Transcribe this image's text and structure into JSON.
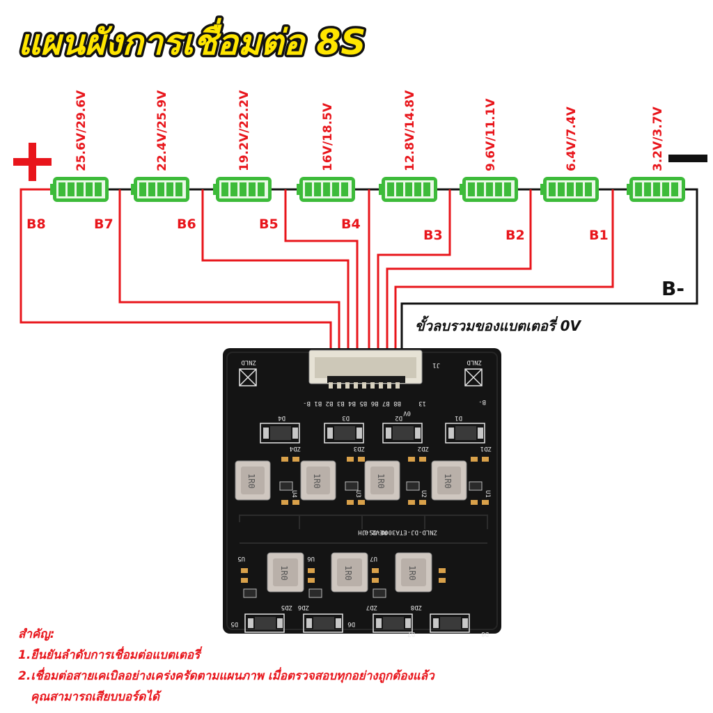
{
  "title": "แผนผังการเชื่อมต่อ 8S",
  "colors": {
    "title_fill": "#ffe600",
    "wire_red": "#e8151b",
    "wire_black": "#111111",
    "battery_green": "#3dbb3a",
    "board": "#141414"
  },
  "terminals": {
    "positive_icon": "plus-icon",
    "negative_icon": "minus-icon"
  },
  "voltages": [
    "25.6V/29.6V",
    "22.4V/25.9V",
    "19.2V/22.2V",
    "16V/18.5V",
    "12.8V/14.8V",
    "9.6V/11.1V",
    "6.4V/7.4V",
    "3.2V/3.7V"
  ],
  "wire_labels": [
    "B8",
    "B7",
    "B6",
    "B5",
    "B4",
    "B3",
    "B2",
    "B1"
  ],
  "bminus_label": "B-",
  "zero_v_label": "ขั้วลบรวมของแบตเตอรี่ 0V",
  "board": {
    "brand_left": "ZNLD",
    "brand_right": "ZNLD",
    "connector_id": "J1",
    "pin_labels": "B8 B7 B6 B5 B4 B3 B2 B1 B-",
    "pin_13": "13",
    "pin_0v": "0V",
    "pin_bminus": "B-",
    "model": "ZNLD-DJ-ETA3000-8S-JH",
    "rev": "REV2.0",
    "inductor_text": "1R0",
    "u_labels": [
      "U1",
      "U2",
      "U3",
      "U4",
      "U5",
      "U6",
      "U7"
    ],
    "d_labels": [
      "D1",
      "D2",
      "D3",
      "D4",
      "D5",
      "D6",
      "D7",
      "D8"
    ],
    "zd_labels": [
      "ZD1",
      "ZD2",
      "ZD3",
      "ZD4",
      "ZD5",
      "ZD6",
      "ZD7",
      "ZD8"
    ]
  },
  "notes": {
    "heading": "สำคัญ:",
    "line1": "1.ยืนยันลำดับการเชื่อมต่อแบตเตอรี่",
    "line2": "2.เชื่อมต่อสายเคเบิลอย่างเคร่งครัดตามแผนภาพ เมื่อตรวจสอบทุกอย่างถูกต้องแล้ว",
    "line3": "คุณสามารถเสียบบอร์ดได้"
  }
}
